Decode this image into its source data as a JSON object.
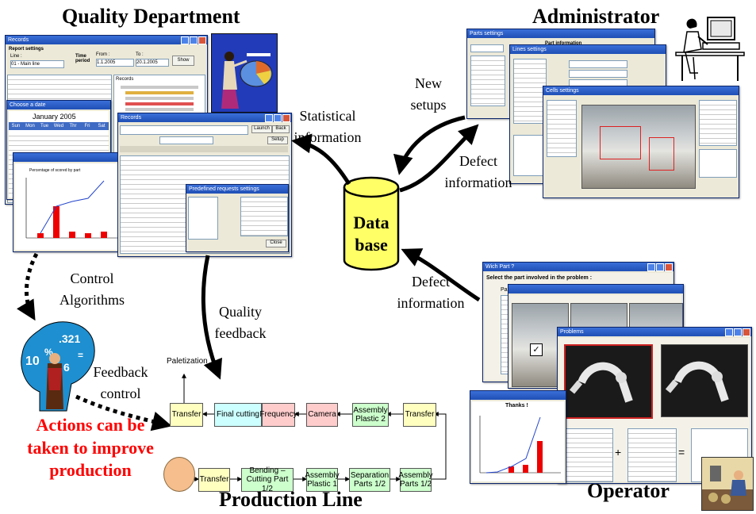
{
  "headings": {
    "quality": "Quality Department",
    "administrator": "Administrator",
    "production": "Production Line",
    "operator": "Operator"
  },
  "database": {
    "line1": "Data",
    "line2": "base"
  },
  "arrow_labels": {
    "new_setups_1": "New",
    "new_setups_2": "setups",
    "statistical_1": "Statistical",
    "statistical_2": "information",
    "defect_admin_1": "Defect",
    "defect_admin_2": "information",
    "defect_oper_1": "Defect",
    "defect_oper_2": "information",
    "quality_feedback_1": "Quality",
    "quality_feedback_2": "feedback",
    "control_1": "Control",
    "control_2": "Algorithms",
    "feedback_control_1": "Feedback",
    "feedback_control_2": "control"
  },
  "actions_text": {
    "line1": "Actions can be",
    "line2": "taken to improve",
    "line3": "production"
  },
  "production_line": {
    "top_row": [
      "Transfer",
      "Final cutting",
      "Frequency",
      "Camera",
      "Assembly Plastic 2",
      "Transfer"
    ],
    "bottom_row": [
      "Transfer",
      "Bending – Cutting Part 1/2",
      "Assembly Plastic 1",
      "Separation Parts 1/2",
      "Assembly Parts 1/2"
    ],
    "paletization": "Paletization"
  },
  "screens": {
    "records_title": "Records",
    "report_settings": "Report settings",
    "line_label": "Line :",
    "line_value": "01 - Main line",
    "time_period": "Time period",
    "from_label": "From :",
    "from_value": "1.1.2005",
    "to_label": "To :",
    "to_value": "20.1.2005",
    "show_button": "Show",
    "records_heading": "Records",
    "choose_date": "Choose a date",
    "calendar_month": "January",
    "calendar_year": "2005",
    "weekdays": [
      "Sun",
      "Mon",
      "Tue",
      "Wed",
      "Thr",
      "Fri",
      "Sat"
    ],
    "chart_caption": "Percentage of scored by part",
    "sql_title": "Records",
    "sql_launch": "Launch",
    "sql_back": "Back",
    "sql_setup": "Setup",
    "predef_title": "Predefined requests settings",
    "close_button": "Close",
    "parts_settings": "Parts settings",
    "lines_settings": "Lines settings",
    "cells_settings": "Cells settings",
    "part_information": "Part information",
    "wich_part_title": "Wich Part ?",
    "wich_part_prompt": "Select the part involved in the problem :",
    "parts_list_label": "Parts :",
    "problems_title": "Problems",
    "thanks": "Thanks !"
  },
  "colors": {
    "actions_red": "#ff0000",
    "database_fill": "#ffff66",
    "arrow": "#000000"
  }
}
